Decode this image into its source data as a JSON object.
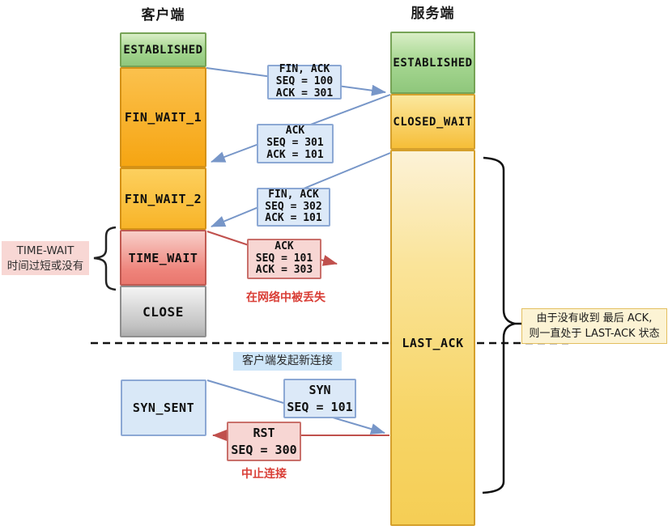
{
  "diagram": {
    "client": {
      "header": "客户端",
      "states": [
        {
          "label": "ESTABLISHED"
        },
        {
          "label": "FIN_WAIT_1"
        },
        {
          "label": "FIN_WAIT_2"
        },
        {
          "label": "TIME_WAIT"
        },
        {
          "label": "CLOSE"
        }
      ],
      "new_connection_state": {
        "label": "SYN_SENT"
      }
    },
    "server": {
      "header": "服务端",
      "states": [
        {
          "label": "ESTABLISHED"
        },
        {
          "label": "CLOSED_WAIT"
        },
        {
          "label": "LAST_ACK"
        }
      ]
    },
    "messages": {
      "fin1": {
        "l1": "FIN, ACK",
        "l2": "SEQ = 100",
        "l3": "ACK = 301"
      },
      "ack1": {
        "l1": "ACK",
        "l2": "SEQ = 301",
        "l3": "ACK = 101"
      },
      "fin2": {
        "l1": "FIN, ACK",
        "l2": "SEQ = 302",
        "l3": "ACK = 101"
      },
      "lost_ack": {
        "l1": "ACK",
        "l2": "SEQ = 101",
        "l3": "ACK = 303"
      },
      "syn": {
        "l1": "SYN",
        "l2": "SEQ = 101"
      },
      "rst": {
        "l1": "RST",
        "l2": "SEQ = 300"
      }
    },
    "annotations": {
      "time_wait_note_line1": "TIME-WAIT",
      "time_wait_note_line2": "时间过短或没有",
      "lost_label": "在网络中被丢失",
      "new_connection_label": "客户端发起新连接",
      "abort_label": "中止连接",
      "last_ack_note_line1": "由于没有收到 最后 ACK,",
      "last_ack_note_line2": "则一直处于 LAST-ACK 状态"
    },
    "colors": {
      "established_green": "#8fc77c",
      "fin_wait_orange": "#f6a512",
      "time_wait_red": "#ee837a",
      "close_gray": "#c2c2c2",
      "closed_wait_amber": "#f6be38",
      "last_ack_yellow": "#f7d567",
      "message_blue_fill": "#dce9f8",
      "message_blue_border": "#8ca8d4",
      "arrow_blue": "#7796c8",
      "arrow_red": "#c0504d",
      "lost_text_red": "#d93e36",
      "time_wait_note_pink": "#f8d7d4",
      "last_ack_note_cream": "#fcf3d4"
    }
  }
}
